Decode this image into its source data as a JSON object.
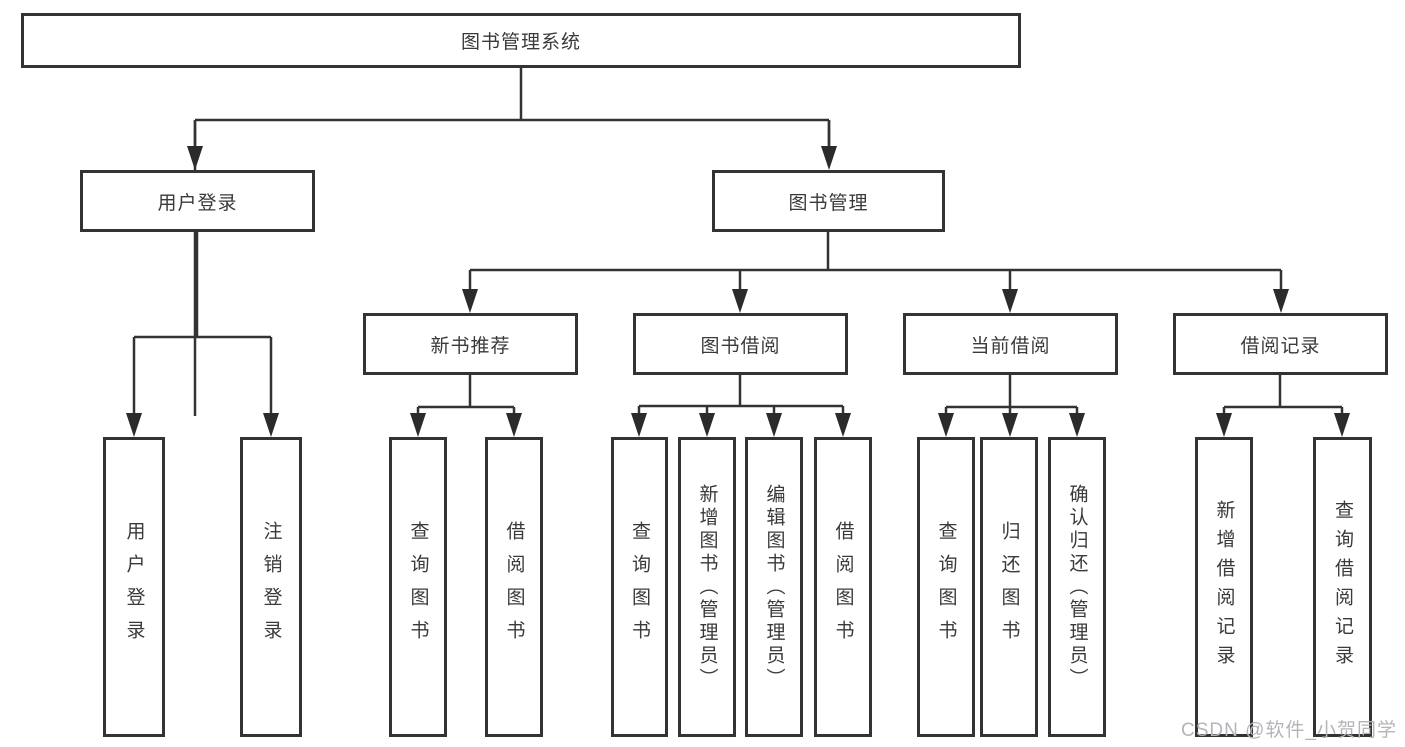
{
  "tree": {
    "root": {
      "label": "图书管理系统"
    },
    "level2": [
      {
        "label": "用户登录",
        "children": [
          "用户登录",
          "注销登录"
        ]
      },
      {
        "label": "图书管理"
      }
    ],
    "level3": [
      {
        "label": "新书推荐",
        "children": [
          "查询图书",
          "借阅图书"
        ]
      },
      {
        "label": "图书借阅",
        "children": [
          "查询图书",
          "新增图书（管理员）",
          "编辑图书（管理员）",
          "借阅图书"
        ]
      },
      {
        "label": "当前借阅",
        "children": [
          "查询图书",
          "归还图书",
          "确认归还（管理员）"
        ]
      },
      {
        "label": "借阅记录",
        "children": [
          "新增借阅记录",
          "查询借阅记录"
        ]
      }
    ]
  },
  "watermark": "CSDN @软件_小贺同学",
  "colors": {
    "line": "#333333",
    "box_border": "#333333",
    "text": "#3a3a3a",
    "watermark": "#b4b4ba",
    "background": "#ffffff"
  }
}
